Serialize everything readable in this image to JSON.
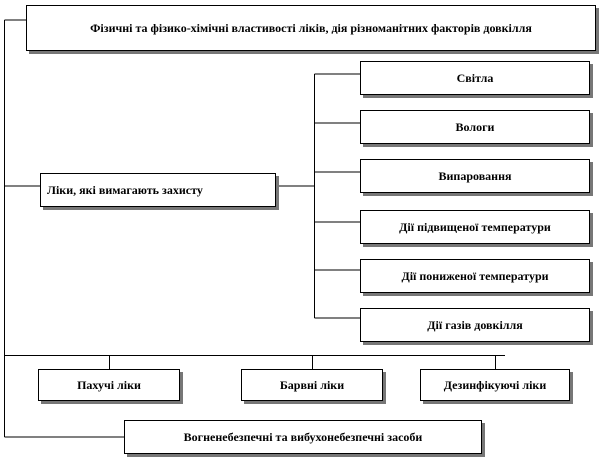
{
  "diagram": {
    "top": "Фізичні та фізико-хімічні властивості ліків, дія різноманітних факторів довкілля",
    "main": "Ліки, які вимагають захисту",
    "factors": [
      "Світла",
      "Вологи",
      "Випаровання",
      "Дії підвищеної температури",
      "Дії пониженої температури",
      "Дії газів довкілля"
    ],
    "types": [
      "Пахучі ліки",
      "Барвні ліки",
      "Дезинфікуючі ліки"
    ],
    "bottom": "Вогненебезпечні та вибухонебезпечні засоби"
  },
  "colors": {
    "line": "#000000",
    "shadow": "#777777",
    "background": "#ffffff"
  }
}
